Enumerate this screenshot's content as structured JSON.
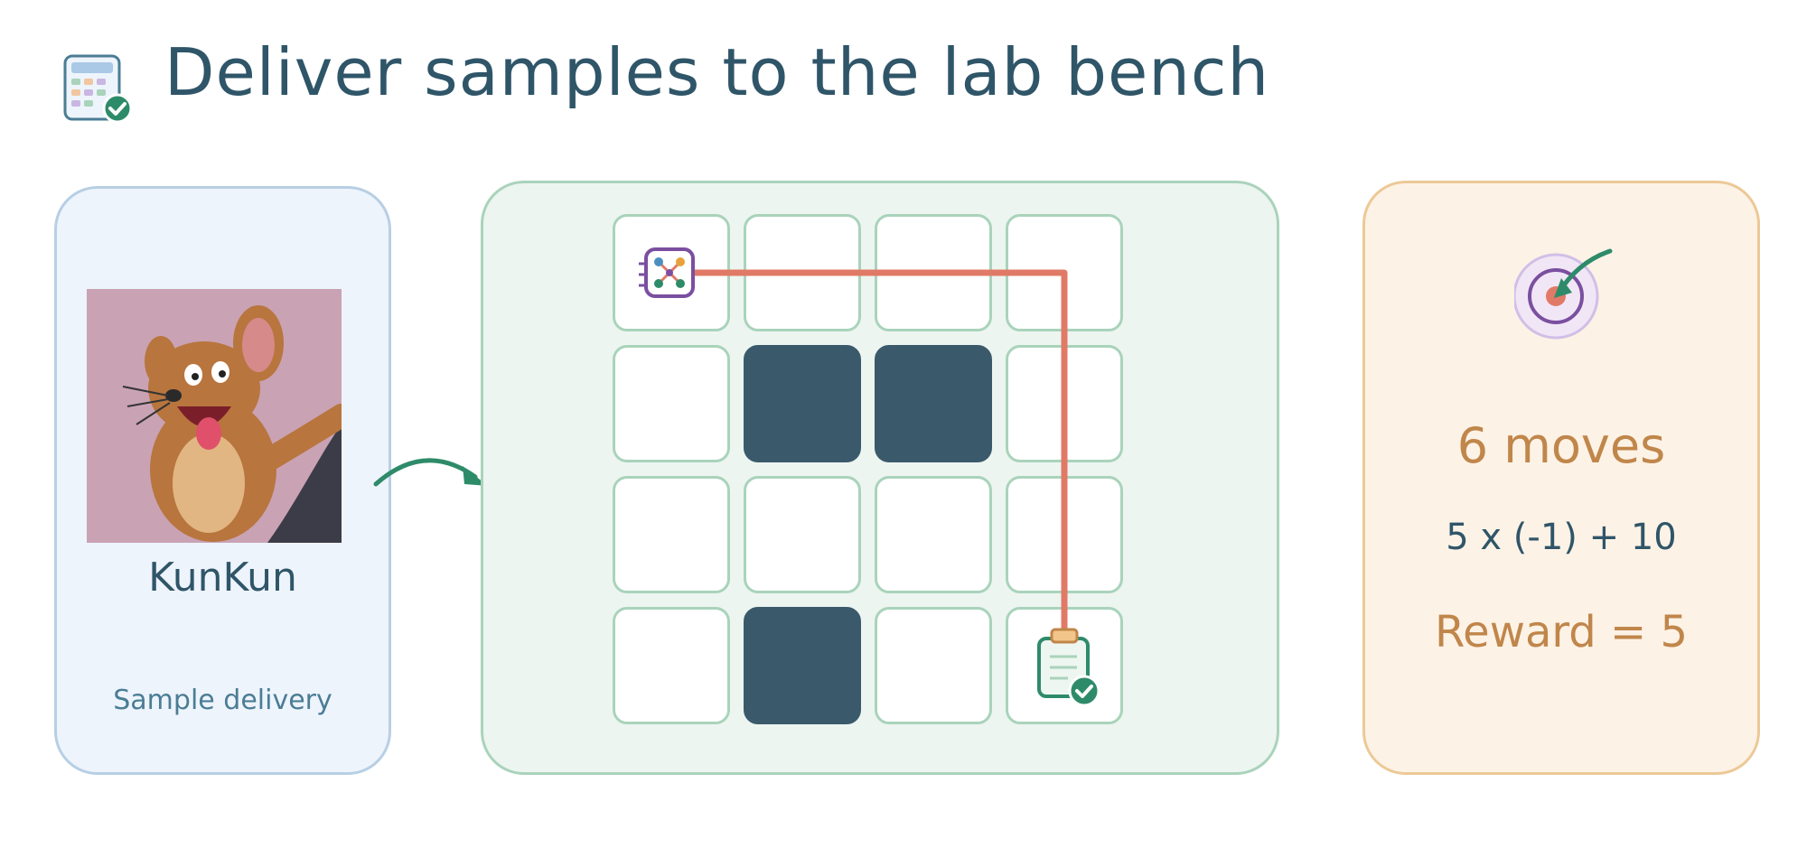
{
  "header": {
    "title": "Deliver samples to the lab bench",
    "icon": "calculator-check-icon"
  },
  "agent": {
    "name": "KunKun",
    "caption": "Sample delivery",
    "image": "cartoon-mouse-avatar"
  },
  "grid": {
    "rows": 4,
    "cols": 4,
    "walls": [
      [
        1,
        1
      ],
      [
        1,
        2
      ],
      [
        3,
        1
      ]
    ],
    "start": [
      0,
      0
    ],
    "goal": [
      3,
      3
    ],
    "start_icon": "chip-icon",
    "goal_icon": "clipboard-check-icon",
    "path": [
      [
        0,
        0
      ],
      [
        0,
        1
      ],
      [
        0,
        2
      ],
      [
        0,
        3
      ],
      [
        1,
        3
      ],
      [
        2,
        3
      ],
      [
        3,
        3
      ]
    ],
    "path_color": "#e07a66"
  },
  "result": {
    "icon": "target-arrow-icon",
    "moves": "6 moves",
    "formula": "5 x (-1) + 10",
    "reward": "Reward = 5"
  },
  "colors": {
    "title": "#2f5568",
    "accent_green": "#2e8b6a",
    "wall": "#3a5a6c",
    "reward": "#c0864a"
  }
}
